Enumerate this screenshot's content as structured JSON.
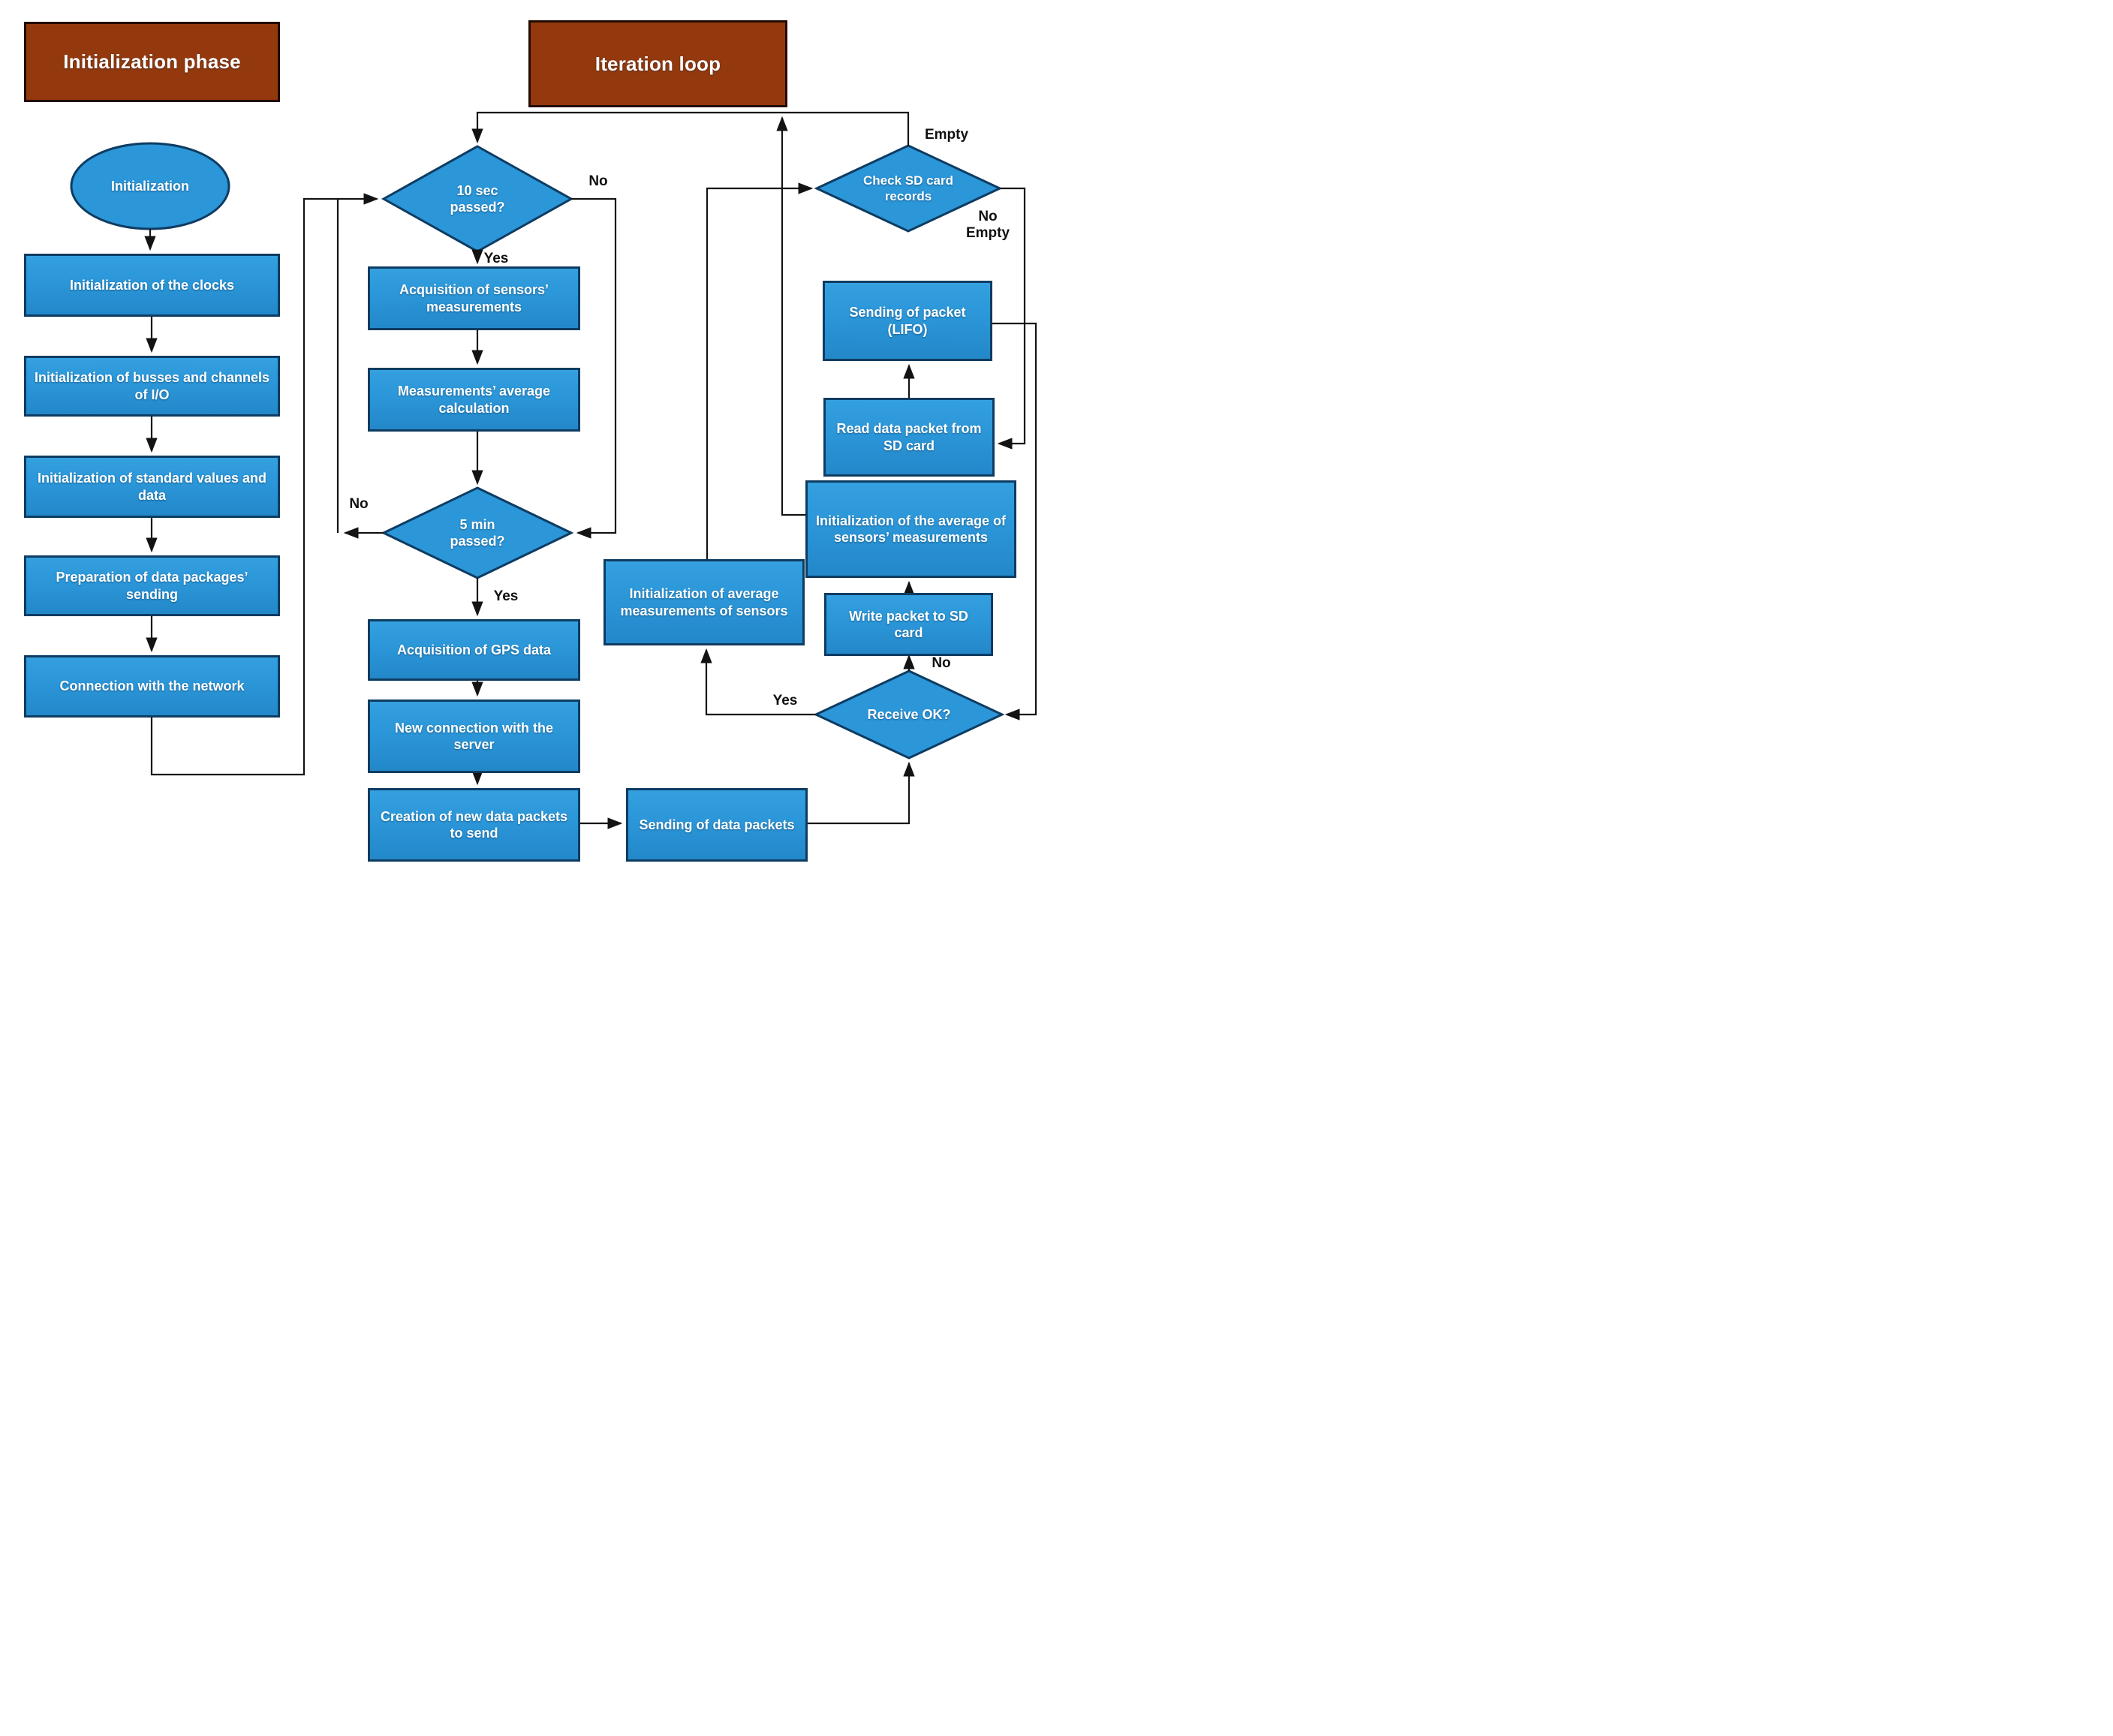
{
  "headers": {
    "initialization_phase": "Initialization phase",
    "iteration_loop": "Iteration loop"
  },
  "nodes": {
    "init": {
      "label": "Initialization"
    },
    "init_clocks": {
      "label": "Initialization of the clocks"
    },
    "init_busses": {
      "label": "Initialization of busses and channels of I/O"
    },
    "init_standard": {
      "label": "Initialization of standard values and data"
    },
    "prep_packages": {
      "label": "Preparation of data packages’ sending"
    },
    "connect_network": {
      "label": "Connection with the network"
    },
    "ten_sec": {
      "label": "10 sec passed?"
    },
    "acq_sensors": {
      "label": "Acquisition of sensors’ measurements"
    },
    "meas_avg": {
      "label": "Measurements’ average calculation"
    },
    "five_min": {
      "label": "5 min passed?"
    },
    "acq_gps": {
      "label": "Acquisition of GPS data"
    },
    "new_conn": {
      "label": "New connection with the server"
    },
    "creation_packets": {
      "label": "Creation of new data packets to send"
    },
    "sending_packets": {
      "label": "Sending of data packets"
    },
    "receive_ok": {
      "label": "Receive OK?"
    },
    "write_sd": {
      "label": "Write packet to SD card"
    },
    "init_avg_meas": {
      "label": "Initialization of average measurements of sensors"
    },
    "init_avg_sensors": {
      "label": "Initialization of the average of sensors’ measurements"
    },
    "check_sd": {
      "label": "Check SD card records"
    },
    "send_lifo": {
      "label": "Sending of packet (LIFO)"
    },
    "read_sd": {
      "label": "Read data packet from SD card"
    }
  },
  "edge_labels": {
    "ten_sec_no": "No",
    "ten_sec_yes": "Yes",
    "five_min_no": "No",
    "five_min_yes": "Yes",
    "check_empty": "Empty",
    "check_no_empty": "No\nEmpty",
    "receive_no": "No",
    "receive_yes": "Yes"
  },
  "colors": {
    "node_fill": "#2b96d8",
    "node_border": "#0e3c62",
    "header_fill": "#93390d",
    "line": "#131313"
  }
}
